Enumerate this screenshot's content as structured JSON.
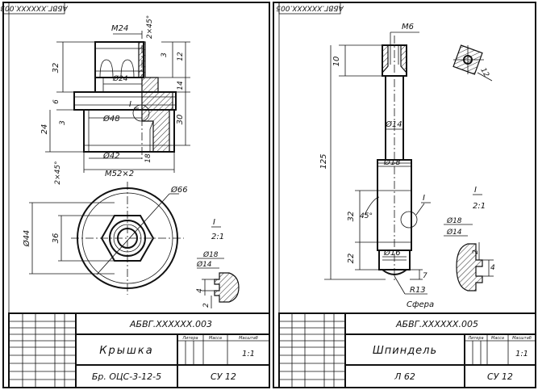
{
  "sheets": [
    {
      "id": "left",
      "corner_code": "АБВГ.XXXXXX.003",
      "doc_code": "АБВГ.XXXXXX.003",
      "name": "Крышка",
      "material": "Бр. ОЦС-3-12-5",
      "scale": "1:1",
      "org": "СУ 12",
      "col_litera": "Литера",
      "col_mass": "Масса",
      "col_scale": "Масштаб",
      "dims": {
        "m24": "M24",
        "chamfer_top": "2×45°",
        "d24": "Ø24",
        "h32": "32",
        "h6": "6",
        "h24": "24",
        "h3l": "3",
        "d48": "Ø48",
        "d42": "Ø42",
        "chamfer_bot": "2×45°",
        "m52": "M52×2",
        "r3": "3",
        "r12": "12",
        "r14": "14",
        "r30": "30",
        "r18": "18",
        "view_mark": "I",
        "d66": "Ø66",
        "d44": "Ø44",
        "d36": "36",
        "detail_mark": "I",
        "detail_scale": "2:1",
        "d18": "Ø18",
        "d14": "Ø14",
        "dt4": "4",
        "dt2": "2"
      }
    },
    {
      "id": "right",
      "corner_code": "АБВГ.XXXXXX.005",
      "doc_code": "АБВГ.XXXXXX.005",
      "name": "Шпиндель",
      "material": "Л 62",
      "scale": "1:1",
      "org": "СУ 12",
      "col_litera": "Литера",
      "col_mass": "Масса",
      "col_scale": "Масштаб",
      "dims": {
        "m6": "M6",
        "h10": "10",
        "h125": "125",
        "d14": "Ø14",
        "d18": "Ø18",
        "h32": "32",
        "angle": "45°",
        "view_mark": "I",
        "h22": "22",
        "d16": "Ø16",
        "h7": "7",
        "r13": "R13",
        "sphere": "Сфера",
        "sq12": "12",
        "detail_mark": "I",
        "detail_scale": "2:1",
        "dd18": "Ø18",
        "dd14": "Ø14",
        "dd2": "2",
        "dd4": "4"
      }
    }
  ]
}
